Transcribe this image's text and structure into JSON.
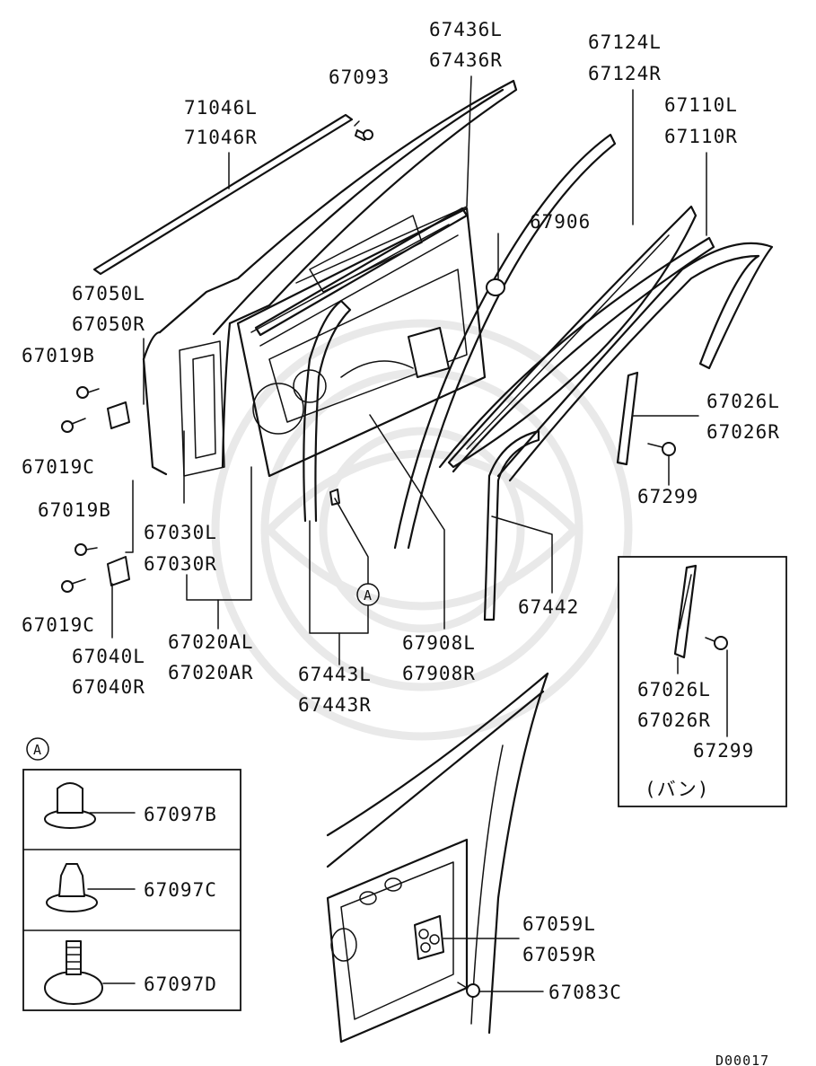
{
  "labels": {
    "p71046l": "71046L",
    "p71046r": "71046R",
    "p67093": "67093",
    "p67436l": "67436L",
    "p67436r": "67436R",
    "p67124l": "67124L",
    "p67124r": "67124R",
    "p67110l": "67110L",
    "p67110r": "67110R",
    "p67906": "67906",
    "p67050l": "67050L",
    "p67050r": "67050R",
    "p67019b_1": "67019B",
    "p67019c_1": "67019C",
    "p67019b_2": "67019B",
    "p67019c_2": "67019C",
    "p67030l": "67030L",
    "p67030r": "67030R",
    "p67040l": "67040L",
    "p67040r": "67040R",
    "p67020al": "67020AL",
    "p67020ar": "67020AR",
    "p67443l": "67443L",
    "p67443r": "67443R",
    "p67908l": "67908L",
    "p67908r": "67908R",
    "p67442": "67442",
    "p67026l_1": "67026L",
    "p67026r_1": "67026R",
    "p67299_1": "67299",
    "p67026l_2": "67026L",
    "p67026r_2": "67026R",
    "p67299_2": "67299",
    "van_note": "(バン)",
    "p67097b": "67097B",
    "p67097c": "67097C",
    "p67097d": "67097D",
    "p67059l": "67059L",
    "p67059r": "67059R",
    "p67083c": "67083C",
    "callout_a": "A",
    "inset_a": "A",
    "diagram_code": "D00017"
  }
}
